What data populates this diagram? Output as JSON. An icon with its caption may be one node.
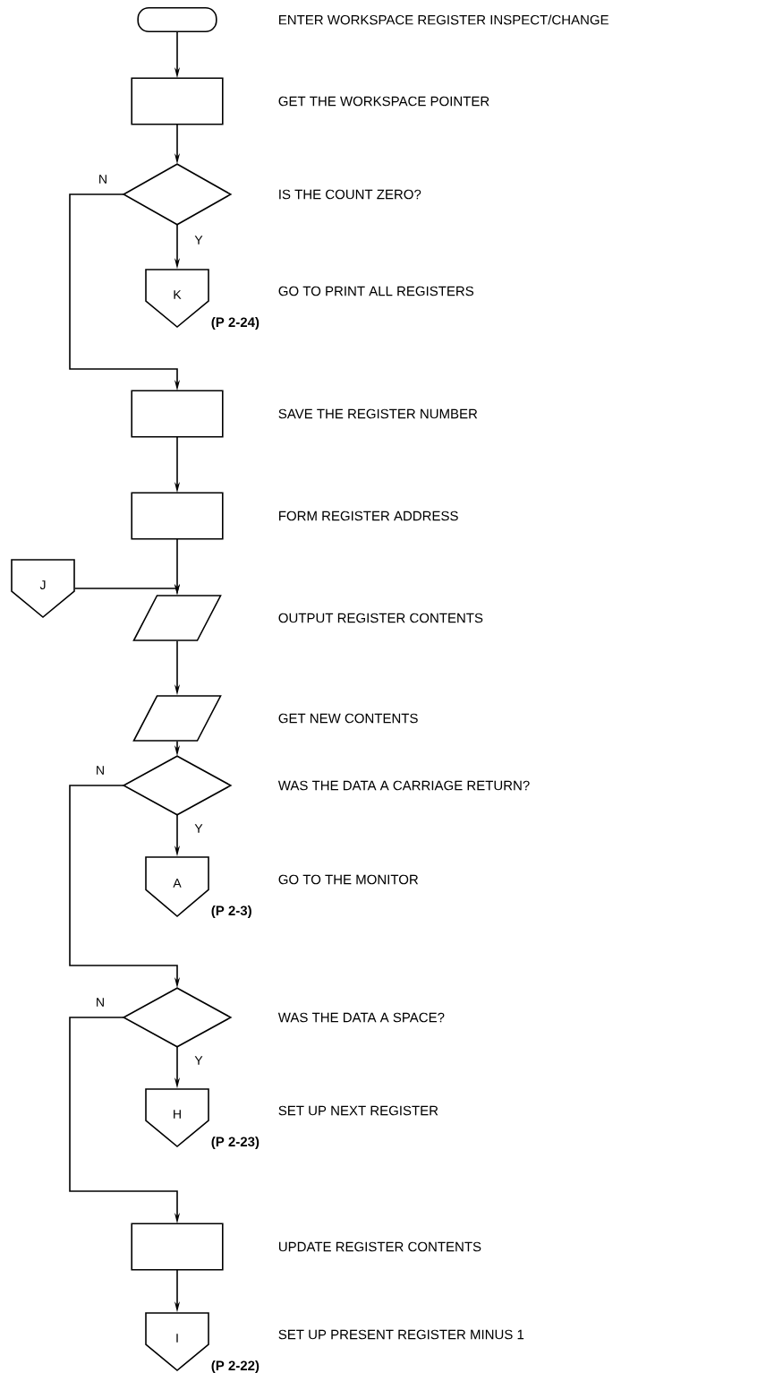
{
  "diagram": {
    "nodes": [
      {
        "text": [],
        "shape": "terminal"
      },
      {
        "text": [],
        "shape": "box"
      },
      {
        "text": [],
        "shape": "diamond"
      },
      {
        "text": [
          "K"
        ],
        "beside": [
          "(P 2-24)"
        ]
      },
      {
        "text": [],
        "shape": "box"
      },
      {
        "text": [],
        "shape": "box"
      },
      {
        "text": [
          "J"
        ]
      },
      {
        "text": [],
        "shape": "parallelogram"
      },
      {
        "text": [],
        "shape": "parallelogram"
      },
      {
        "text": [],
        "shape": "diamond"
      },
      {
        "text": [
          "A"
        ],
        "beside": [
          "(P 2-3)"
        ]
      },
      {
        "text": [],
        "shape": "diamond"
      },
      {
        "text": [
          "H"
        ],
        "beside": [
          "(P 2-23)"
        ]
      },
      {
        "text": [],
        "shape": "box"
      },
      {
        "text": [
          "I"
        ],
        "beside": [
          "(P 2-22)"
        ]
      }
    ],
    "edges": [
      {
        "from": 0,
        "to": 1,
        "arrow": "to"
      },
      {
        "from": 1,
        "to": 2,
        "arrow": "to"
      },
      {
        "from": 2,
        "to": 3,
        "arrow": "to",
        "label": "Y"
      },
      {
        "from": 2,
        "to": 4,
        "arrow": "to",
        "label": "N"
      },
      {
        "from": 4,
        "to": 5,
        "arrow": "to"
      },
      {
        "from": 5,
        "to": 7,
        "arrow": "to"
      },
      {
        "from": 6,
        "to": 7,
        "arrow": "to"
      },
      {
        "from": 7,
        "to": 8,
        "arrow": "to"
      },
      {
        "from": 8,
        "to": 9,
        "arrow": "to"
      },
      {
        "from": 9,
        "to": 10,
        "arrow": "to",
        "label": "Y"
      },
      {
        "from": 9,
        "to": 11,
        "arrow": "to",
        "label": "N"
      },
      {
        "from": 11,
        "to": 12,
        "arrow": "to",
        "label": "Y"
      },
      {
        "from": 11,
        "to": 13,
        "arrow": "to",
        "label": "N"
      },
      {
        "from": 13,
        "to": 14,
        "arrow": "to"
      }
    ],
    "labels": [
      "ENTER WORKSPACE REGISTER INSPECT/CHANGE",
      "GET THE WORKSPACE POINTER",
      "IS THE COUNT ZERO?",
      "GO TO PRINT ALL REGISTERS",
      "SAVE THE REGISTER NUMBER",
      "FORM REGISTER ADDRESS",
      "OUTPUT REGISTER CONTENTS",
      "GET NEW CONTENTS",
      "WAS THE DATA A CARRIAGE RETURN?",
      "GO TO THE MONITOR",
      "WAS THE DATA A SPACE?",
      "SET UP NEXT REGISTER",
      "UPDATE REGISTER CONTENTS",
      "SET UP PRESENT REGISTER MINUS 1"
    ]
  }
}
